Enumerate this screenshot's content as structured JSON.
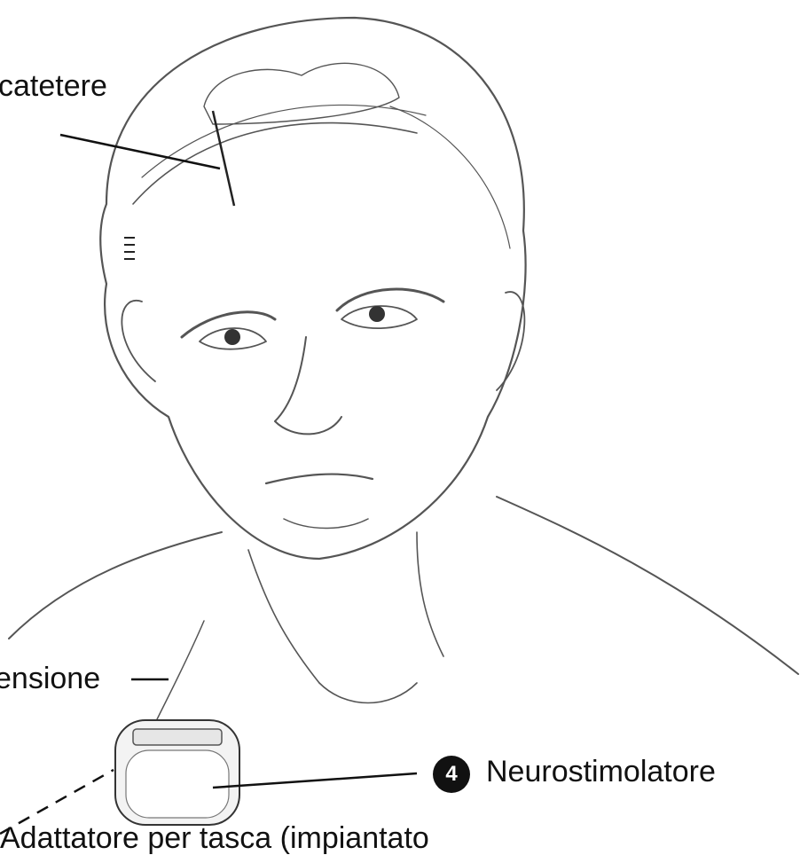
{
  "labels": {
    "catetere": "catetere",
    "estensione": "ensione",
    "neurostimolatore": "Neurostimolatore",
    "adattatore": "Adattatore per tasca (impiantato"
  },
  "badges": {
    "neurostimolatore_number": "4"
  },
  "colors": {
    "line": "#111111",
    "sketch": "#555555",
    "background": "#ffffff"
  }
}
